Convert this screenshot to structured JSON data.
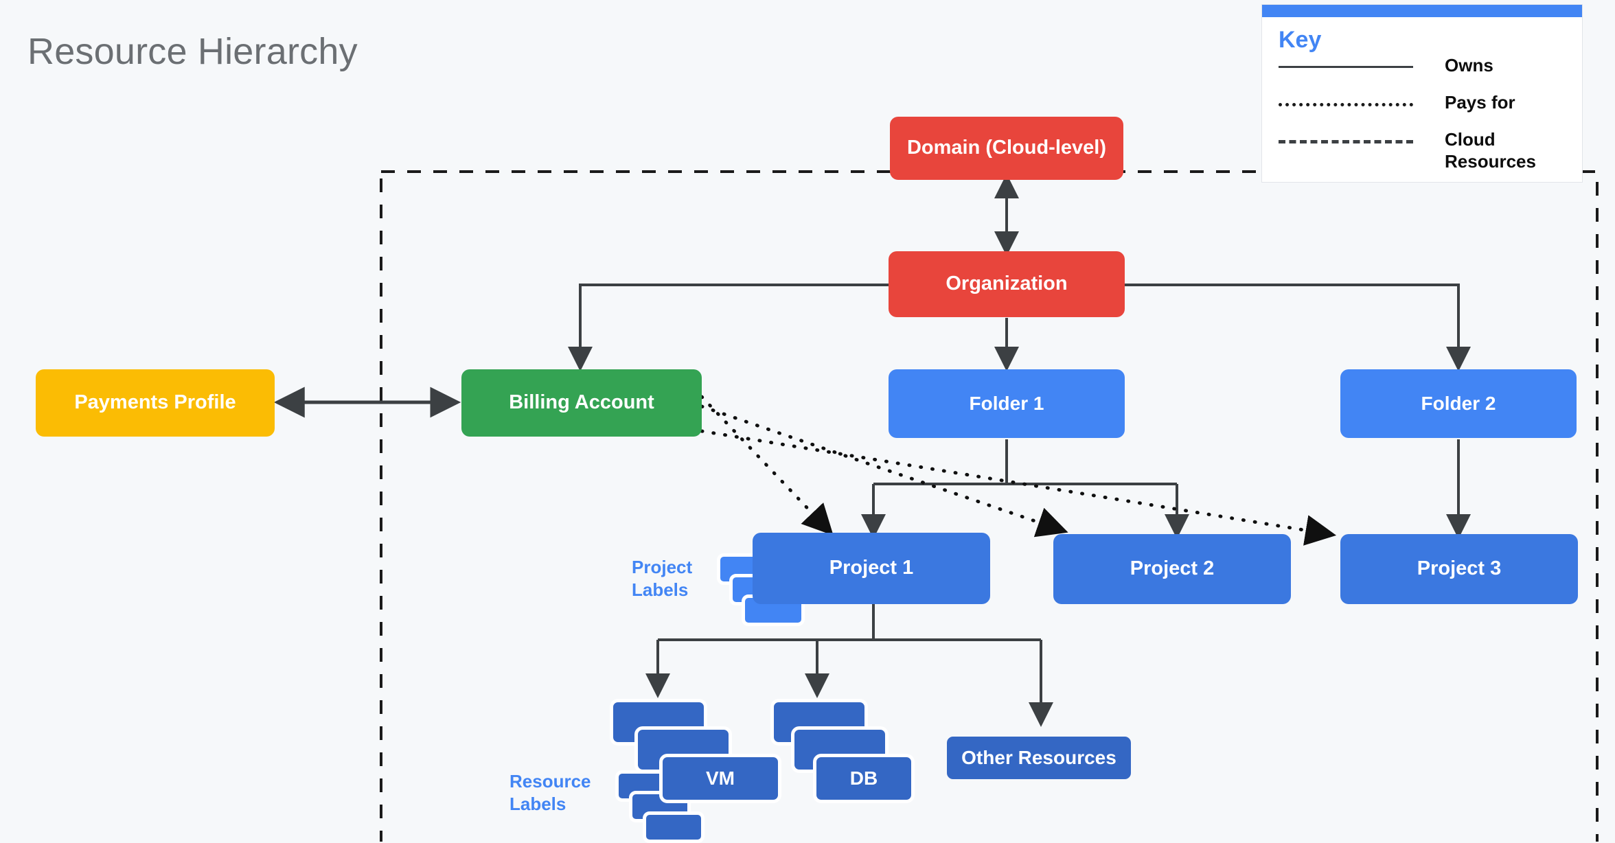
{
  "page": {
    "title": "Resource Hierarchy",
    "background_color": "#f6f8fa",
    "title_color": "#6b6f73"
  },
  "key": {
    "title": "Key",
    "accent_color": "#4285F4",
    "entries": [
      {
        "style": "solid",
        "label": "Owns"
      },
      {
        "style": "dotted",
        "label": "Pays for"
      },
      {
        "style": "dashed",
        "label": "Cloud Resources"
      }
    ]
  },
  "nodes": {
    "domain": {
      "label": "Domain (Cloud-level)",
      "color": "#E8453C"
    },
    "organization": {
      "label": "Organization",
      "color": "#E8453C"
    },
    "payments": {
      "label": "Payments Profile",
      "color": "#FBBC04"
    },
    "billing": {
      "label": "Billing Account",
      "color": "#34A353"
    },
    "folder1": {
      "label": "Folder 1",
      "color": "#4285F4"
    },
    "folder2": {
      "label": "Folder 2",
      "color": "#4285F4"
    },
    "project1": {
      "label": "Project 1",
      "color": "#3B78E0"
    },
    "project2": {
      "label": "Project 2",
      "color": "#3B78E0"
    },
    "project3": {
      "label": "Project 3",
      "color": "#3B78E0"
    },
    "vm": {
      "label": "VM",
      "color": "#3467C4"
    },
    "db": {
      "label": "DB",
      "color": "#3467C4"
    },
    "other": {
      "label": "Other Resources",
      "color": "#3467C4"
    }
  },
  "captions": {
    "project_labels": "Project\nLabels",
    "project_labels_line1": "Project",
    "project_labels_line2": "Labels",
    "resource_labels_line1": "Resource",
    "resource_labels_line2": "Labels",
    "caption_color": "#4285F4"
  },
  "boundary": {
    "name": "cloud-resources-boundary",
    "style": "dashed"
  },
  "edges": [
    {
      "from": "domain",
      "to": "organization",
      "style": "owns",
      "arrows": "both"
    },
    {
      "from": "organization",
      "to": "billing",
      "style": "owns",
      "arrows": "end"
    },
    {
      "from": "organization",
      "to": "folder1",
      "style": "owns",
      "arrows": "end"
    },
    {
      "from": "organization",
      "to": "folder2",
      "style": "owns",
      "arrows": "end"
    },
    {
      "from": "payments",
      "to": "billing",
      "style": "owns",
      "arrows": "both"
    },
    {
      "from": "folder1",
      "to": "project1",
      "style": "owns",
      "arrows": "end"
    },
    {
      "from": "folder1",
      "to": "project2",
      "style": "owns",
      "arrows": "end"
    },
    {
      "from": "folder2",
      "to": "project3",
      "style": "owns",
      "arrows": "end"
    },
    {
      "from": "billing",
      "to": "project1",
      "style": "pays-for",
      "arrows": "end"
    },
    {
      "from": "billing",
      "to": "project2",
      "style": "pays-for",
      "arrows": "end"
    },
    {
      "from": "billing",
      "to": "project3",
      "style": "pays-for",
      "arrows": "end"
    },
    {
      "from": "project1",
      "to": "vm",
      "style": "owns",
      "arrows": "end"
    },
    {
      "from": "project1",
      "to": "db",
      "style": "owns",
      "arrows": "end"
    },
    {
      "from": "project1",
      "to": "other",
      "style": "owns",
      "arrows": "end"
    }
  ]
}
